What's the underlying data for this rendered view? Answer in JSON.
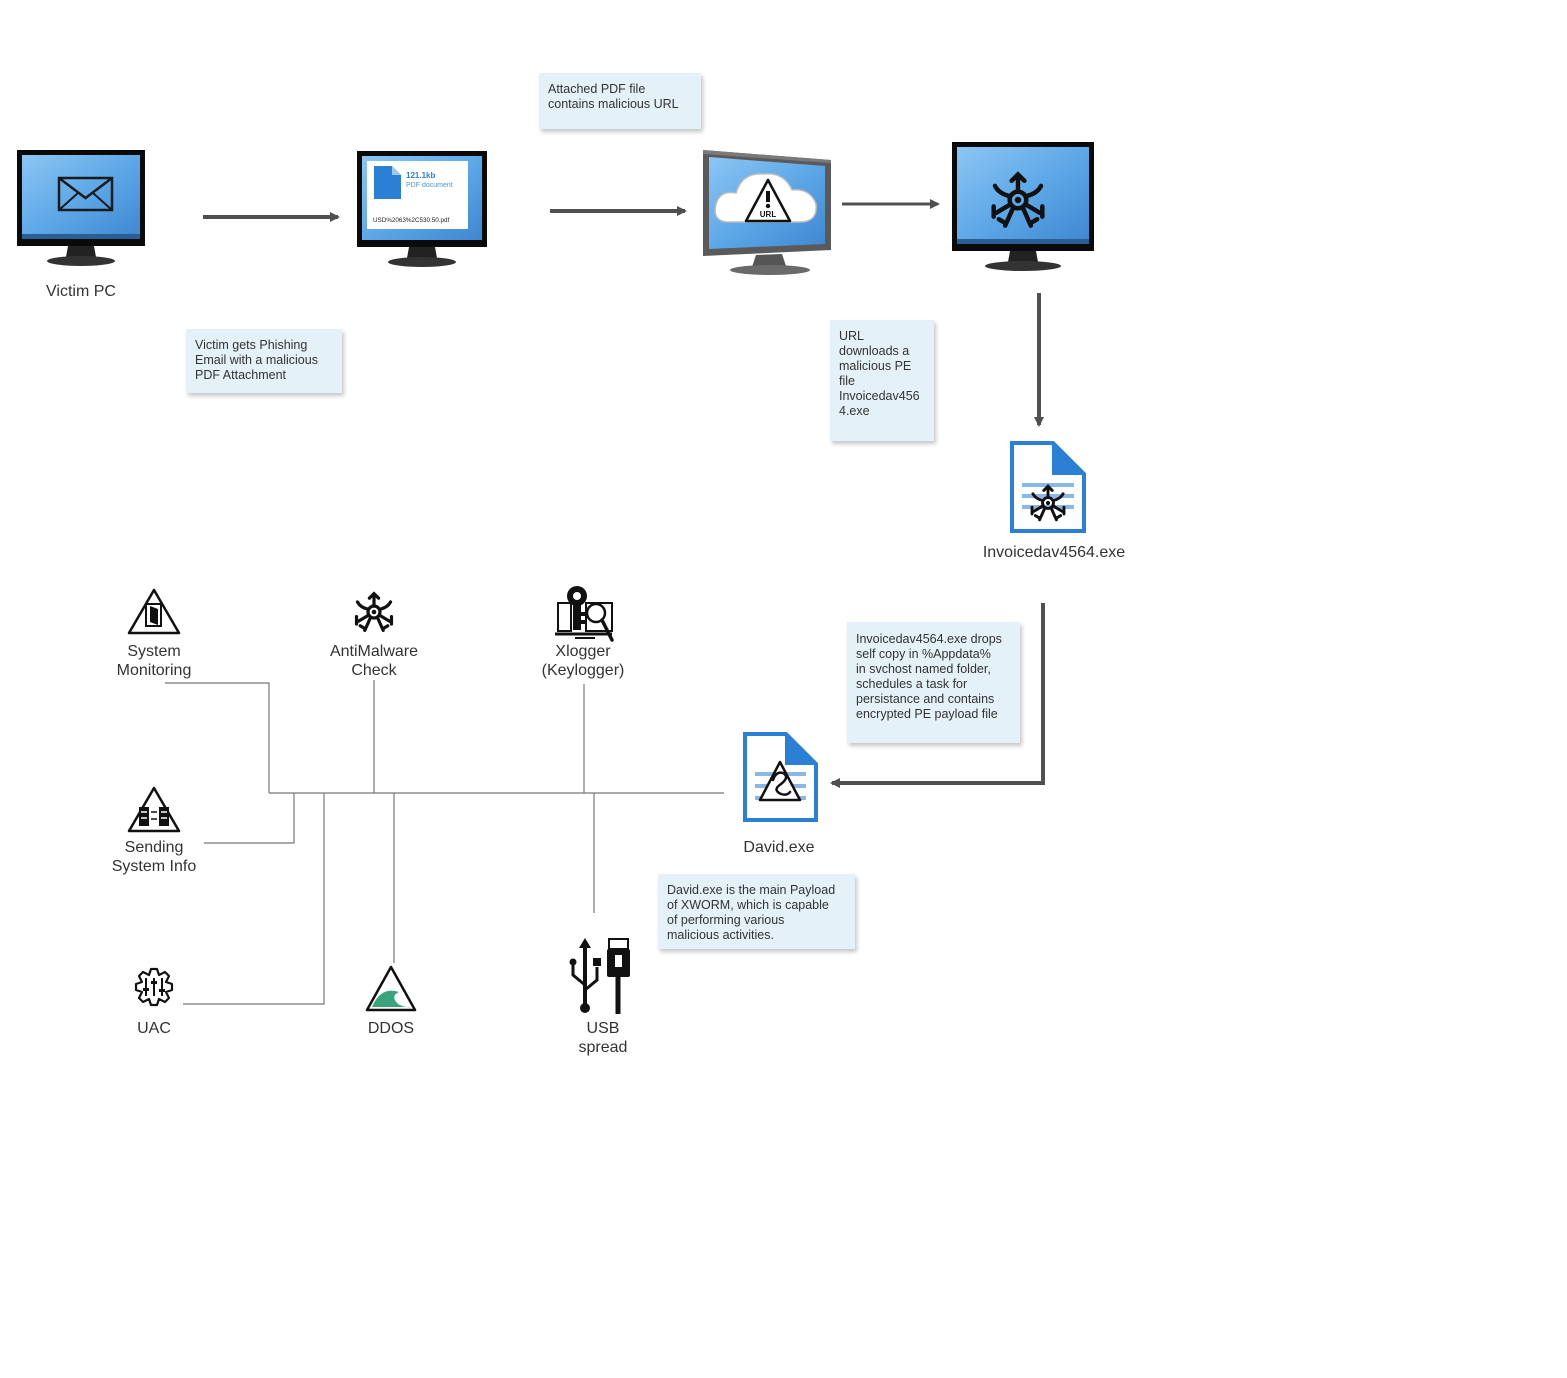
{
  "labels": {
    "victim_pc": "Victim PC",
    "invoice_exe": "Invoicedav4564.exe",
    "david_exe": "David.exe",
    "system_monitoring": "System\nMonitoring",
    "antimalware_check": "AntiMalware\nCheck",
    "xlogger": "Xlogger\n(Keylogger)",
    "sending_system_info": "Sending\nSystem Info",
    "uac": "UAC",
    "ddos": "DDOS",
    "usb_spread": "USB\nspread"
  },
  "notes": {
    "phishing": "Victim gets Phishing\nEmail with a malicious\nPDF Attachment",
    "pdf_url": "Attached PDF file\ncontains malicious URL",
    "url_download": "URL\ndownloads a\nmalicious PE\nfile\nInvoicedav456\n4.exe",
    "drops": "Invoicedav4564.exe drops\nself copy in %Appdata%\nin svchost named folder,\nschedules a task for\npersistance and contains\nencrypted PE payload file",
    "payload": "David.exe is the main Payload\nof XWORM, which is  capable\nof performing various\nmalicious activities."
  },
  "pdf_screen": {
    "size": "121.1kb",
    "type": "PDF document",
    "filename": "USD%2063%2C530.50.pdf"
  },
  "url_badge": "URL",
  "icons": {
    "monitor_email": "email-envelope-icon",
    "monitor_pdf": "pdf-document-icon",
    "monitor_cloud": "cloud-warning-url-icon",
    "monitor_malware": "biohazard-icon",
    "file_invoice": "malware-file-icon",
    "file_david": "worm-file-icon",
    "system_monitoring": "door-monitoring-icon",
    "antimalware": "biohazard-icon",
    "keylogger": "key-search-icon",
    "sysinfo": "server-transfer-icon",
    "uac": "gear-sliders-icon",
    "ddos": "wave-icon",
    "usb": "usb-icon"
  },
  "colors": {
    "screen_blue": "#5fa8e8",
    "note_bg": "#e4f1f8",
    "arrow": "#505050",
    "connector": "#777777",
    "file_blue": "#2b7fd4"
  }
}
